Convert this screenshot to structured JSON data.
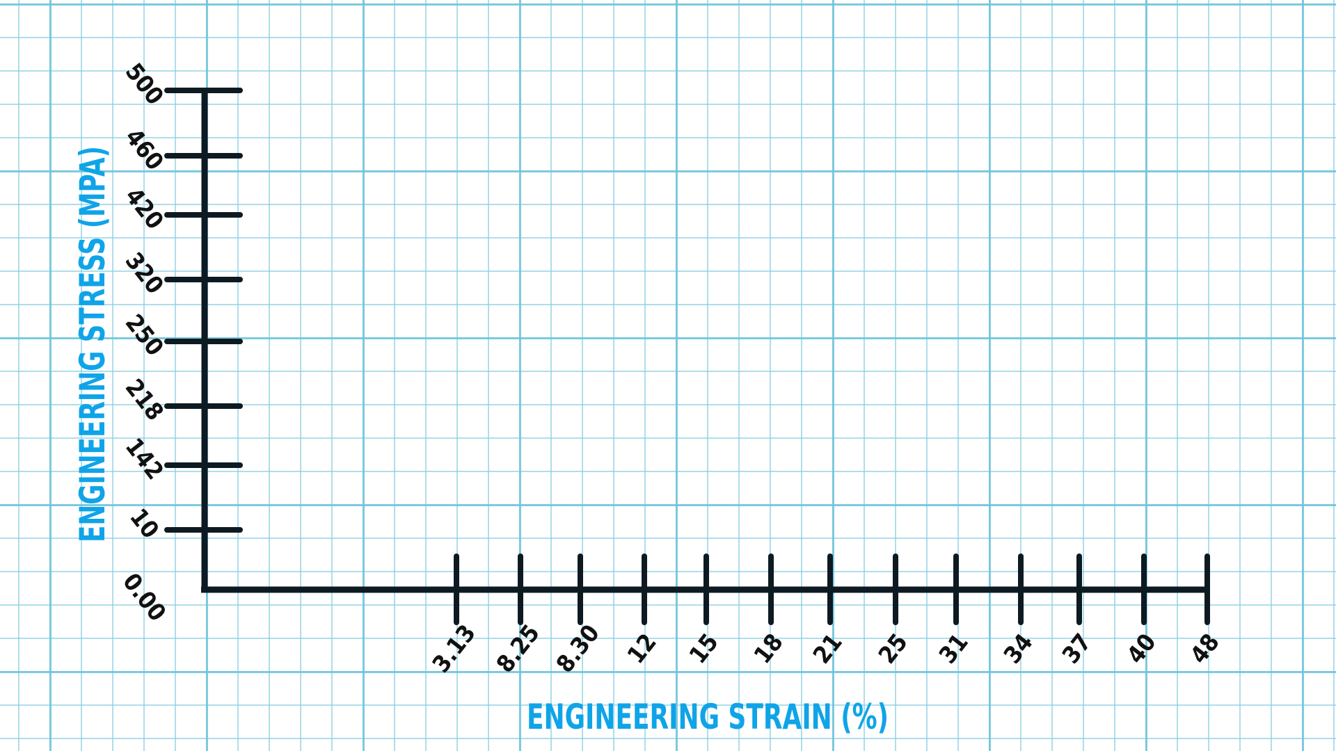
{
  "chart_data": {
    "type": "line",
    "title": "",
    "xlabel": "ENGINEERING STRAIN (%)",
    "ylabel": "ENGINEERING STRESS (MPA)",
    "x_ticks": [
      "3.13",
      "8.25",
      "8.30",
      "12",
      "15",
      "18",
      "21",
      "25",
      "31",
      "34",
      "37",
      "40",
      "48"
    ],
    "y_ticks": [
      "0.00",
      "10",
      "142",
      "218",
      "250",
      "320",
      "420",
      "460",
      "500"
    ],
    "series": [],
    "grid": true
  },
  "colors": {
    "grid": "#8fd0e2",
    "axis": "#0e1a22",
    "axis_title": "#0fa4e8"
  }
}
